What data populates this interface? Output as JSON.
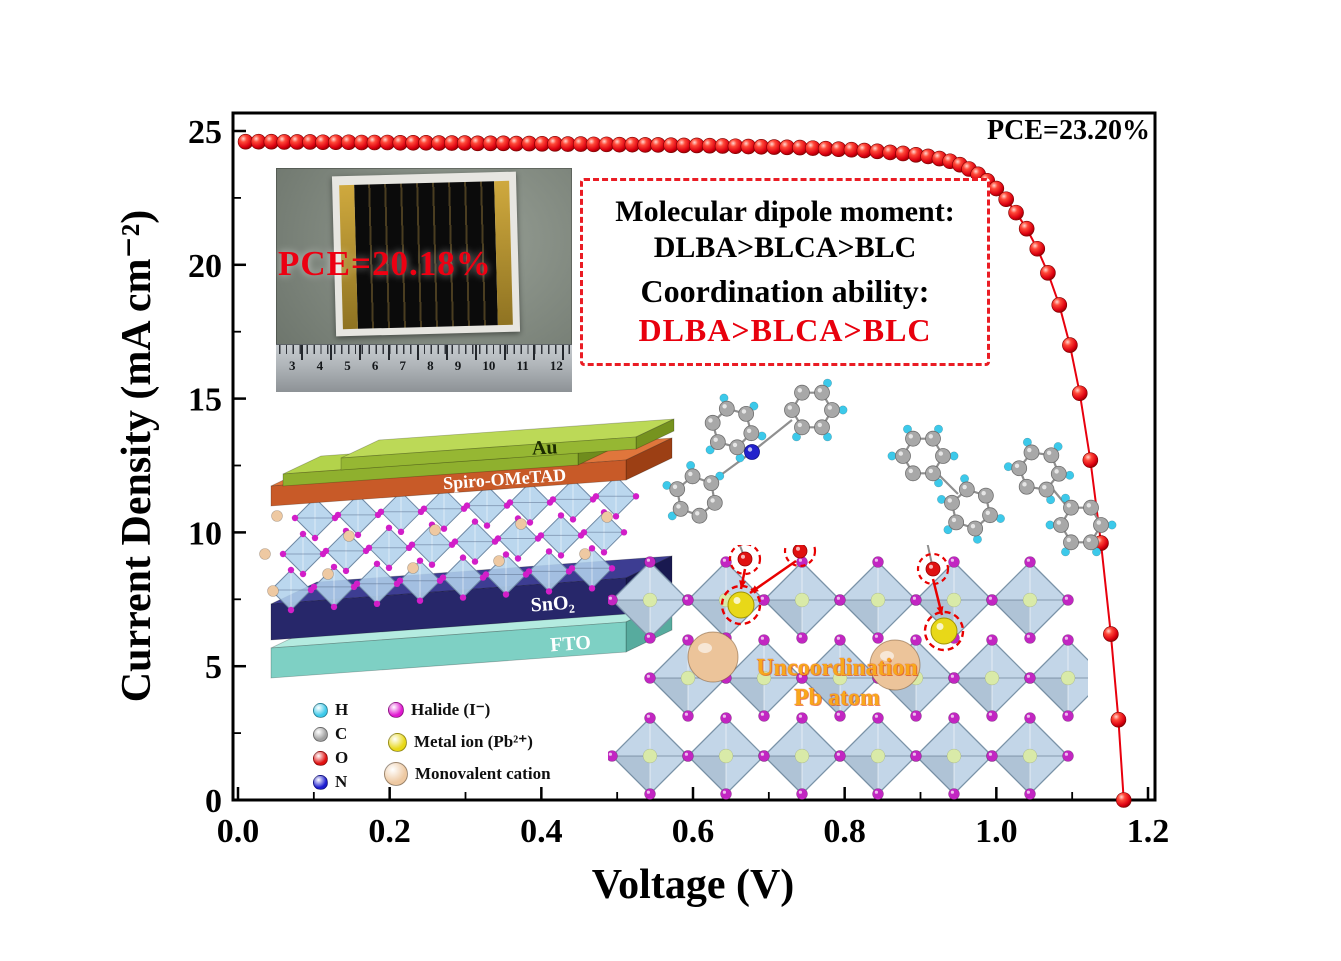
{
  "chart_data": {
    "type": "line",
    "title": "",
    "xlabel": "Voltage (V)",
    "ylabel": "Current Density (mA cm⁻²)",
    "xlim": [
      0,
      1.2
    ],
    "ylim": [
      0,
      25
    ],
    "x_ticks": [
      "0.0",
      "0.2",
      "0.4",
      "0.6",
      "0.8",
      "1.0",
      "1.2"
    ],
    "y_ticks": [
      "0",
      "5",
      "10",
      "15",
      "20",
      "25"
    ],
    "grid": false,
    "legend_position": "none",
    "annotation": "PCE=23.20%",
    "series": [
      {
        "name": "J-V curve",
        "color": "#e8000d",
        "marker": "sphere",
        "x": [
          0.01,
          0.027,
          0.044,
          0.061,
          0.078,
          0.095,
          0.112,
          0.129,
          0.146,
          0.163,
          0.18,
          0.197,
          0.214,
          0.231,
          0.248,
          0.265,
          0.282,
          0.299,
          0.316,
          0.333,
          0.35,
          0.367,
          0.384,
          0.401,
          0.418,
          0.435,
          0.452,
          0.469,
          0.486,
          0.503,
          0.52,
          0.537,
          0.554,
          0.571,
          0.588,
          0.605,
          0.622,
          0.639,
          0.656,
          0.673,
          0.69,
          0.707,
          0.724,
          0.741,
          0.758,
          0.775,
          0.792,
          0.809,
          0.826,
          0.843,
          0.86,
          0.877,
          0.894,
          0.91,
          0.925,
          0.939,
          0.952,
          0.964,
          0.976,
          0.988,
          1.0,
          1.013,
          1.026,
          1.04,
          1.054,
          1.068,
          1.083,
          1.097,
          1.11,
          1.124,
          1.138,
          1.151,
          1.161,
          1.168
        ],
        "y": [
          24.6,
          24.6,
          24.6,
          24.59,
          24.59,
          24.59,
          24.58,
          24.58,
          24.58,
          24.57,
          24.57,
          24.57,
          24.56,
          24.56,
          24.56,
          24.55,
          24.55,
          24.55,
          24.54,
          24.54,
          24.54,
          24.53,
          24.53,
          24.52,
          24.52,
          24.51,
          24.51,
          24.5,
          24.5,
          24.49,
          24.49,
          24.48,
          24.48,
          24.47,
          24.46,
          24.46,
          24.45,
          24.44,
          24.43,
          24.42,
          24.41,
          24.4,
          24.39,
          24.38,
          24.36,
          24.34,
          24.32,
          24.3,
          24.27,
          24.24,
          24.2,
          24.16,
          24.11,
          24.05,
          23.97,
          23.87,
          23.74,
          23.58,
          23.38,
          23.14,
          22.85,
          22.45,
          21.95,
          21.35,
          20.6,
          19.7,
          18.5,
          17.0,
          15.2,
          12.7,
          9.6,
          6.2,
          3.0,
          0.0
        ]
      }
    ]
  },
  "inset_photo": {
    "pce_label": "PCE=20.18%",
    "ruler_numbers": [
      "3",
      "4",
      "5",
      "6",
      "7",
      "8",
      "9",
      "10",
      "11",
      "12"
    ]
  },
  "callout": {
    "line1": "Molecular dipole moment:",
    "line2": "DLBA>BLCA>BLC",
    "line3": "Coordination ability:",
    "line4": "DLBA>BLCA>BLC",
    "border_color": "#ea1c24",
    "highlight_color": "#e8000d"
  },
  "device_stack": {
    "layers": [
      {
        "label": "Au",
        "color": "#96b733"
      },
      {
        "label": "Spiro-OMeTAD",
        "color": "#c85a28"
      },
      {
        "label": "SnO₂",
        "color": "#27276a"
      },
      {
        "label": "FTO",
        "color": "#7ed0c4"
      }
    ]
  },
  "legend": {
    "items": [
      {
        "label": "H",
        "color": "#3cc9ea"
      },
      {
        "label": "C",
        "color": "#a0a0a0"
      },
      {
        "label": "O",
        "color": "#e01010"
      },
      {
        "label": "N",
        "color": "#1c1cd0"
      },
      {
        "label": "Halide (I⁻)",
        "color": "#e018d0"
      },
      {
        "label": "Metal ion (Pb²⁺)",
        "color": "#e8d818"
      },
      {
        "label": "Monovalent cation",
        "color": "#eec9a2"
      }
    ]
  },
  "uncoordination": {
    "line1": "Uncoordination",
    "line2": "Pb atom",
    "color": "#f8a81c"
  }
}
